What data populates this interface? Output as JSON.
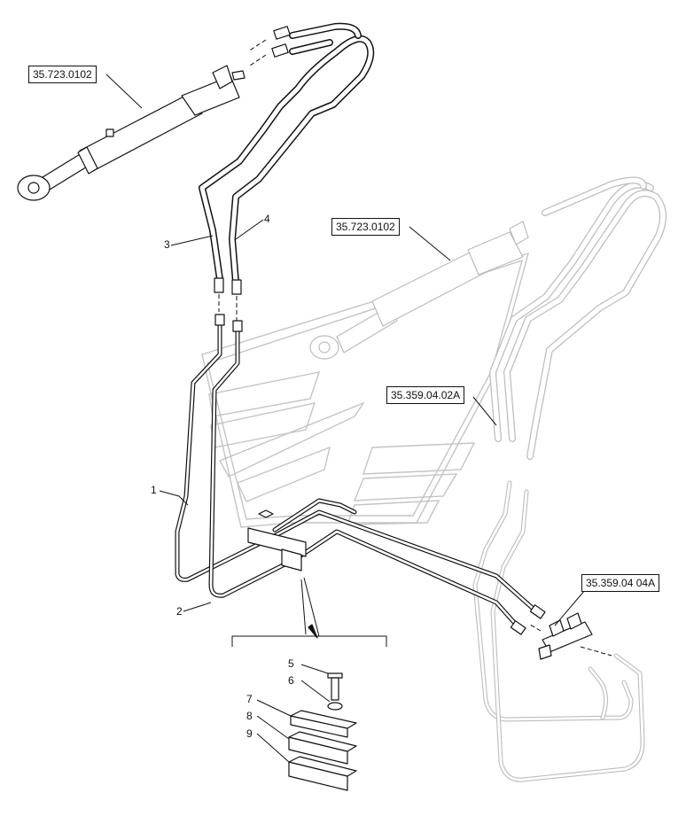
{
  "references": {
    "ref_top_cylinder": "35.723.0102",
    "ref_mid_cylinder": "35.723.0102",
    "ref_mid_right": "35.359.04.02A",
    "ref_lower_right": "35.359.04 04A"
  },
  "callouts": {
    "c1": "1",
    "c2": "2",
    "c3": "3",
    "c4": "4",
    "c5": "5",
    "c6": "6",
    "c7": "7",
    "c8": "8",
    "c9": "9"
  },
  "colors": {
    "ink": "#111111",
    "ghost": "#bbbbbb",
    "logo": "#c4c4c4"
  }
}
